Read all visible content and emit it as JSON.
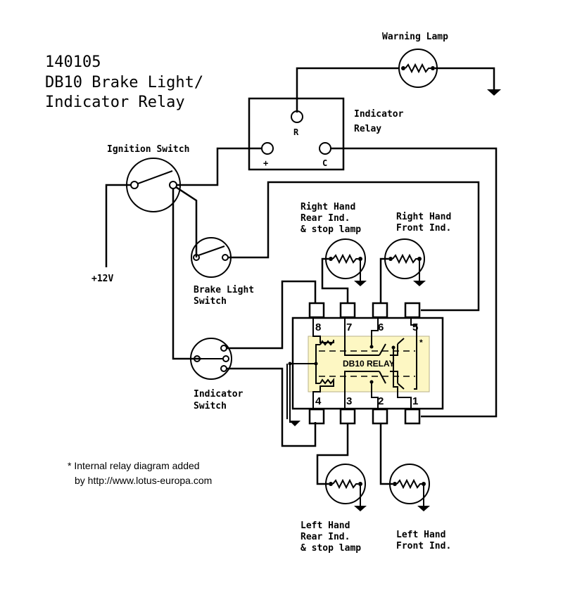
{
  "title": {
    "line1": "140105",
    "line2": "DB10 Brake Light/",
    "line3": "Indicator Relay"
  },
  "components": {
    "warning_lamp": "Warning Lamp",
    "indicator_relay": {
      "line1": "Indicator",
      "line2": "Relay",
      "term_r": "R",
      "term_plus": "+",
      "term_c": "C"
    },
    "ignition_switch": "Ignition Switch",
    "supply": "+12V",
    "brake_light_switch": {
      "line1": "Brake Light",
      "line2": "Switch"
    },
    "indicator_switch": {
      "line1": "Indicator",
      "line2": "Switch"
    },
    "rh_rear": {
      "line1": "Right Hand",
      "line2": "Rear Ind.",
      "line3": "& stop lamp"
    },
    "rh_front": {
      "line1": "Right Hand",
      "line2": "Front Ind."
    },
    "lh_rear": {
      "line1": "Left Hand",
      "line2": "Rear Ind.",
      "line3": "& stop lamp"
    },
    "lh_front": {
      "line1": "Left Hand",
      "line2": "Front Ind."
    }
  },
  "db10_relay": {
    "label": "DB10 RELAY",
    "asterisk": "*",
    "pins_top": [
      "8",
      "7",
      "6",
      "5"
    ],
    "pins_bottom": [
      "4",
      "3",
      "2",
      "1"
    ],
    "fill_color": "#fdf7c3"
  },
  "footnote": {
    "line1": "* Internal relay diagram added",
    "line2": "by http://www.lotus-europa.com"
  }
}
